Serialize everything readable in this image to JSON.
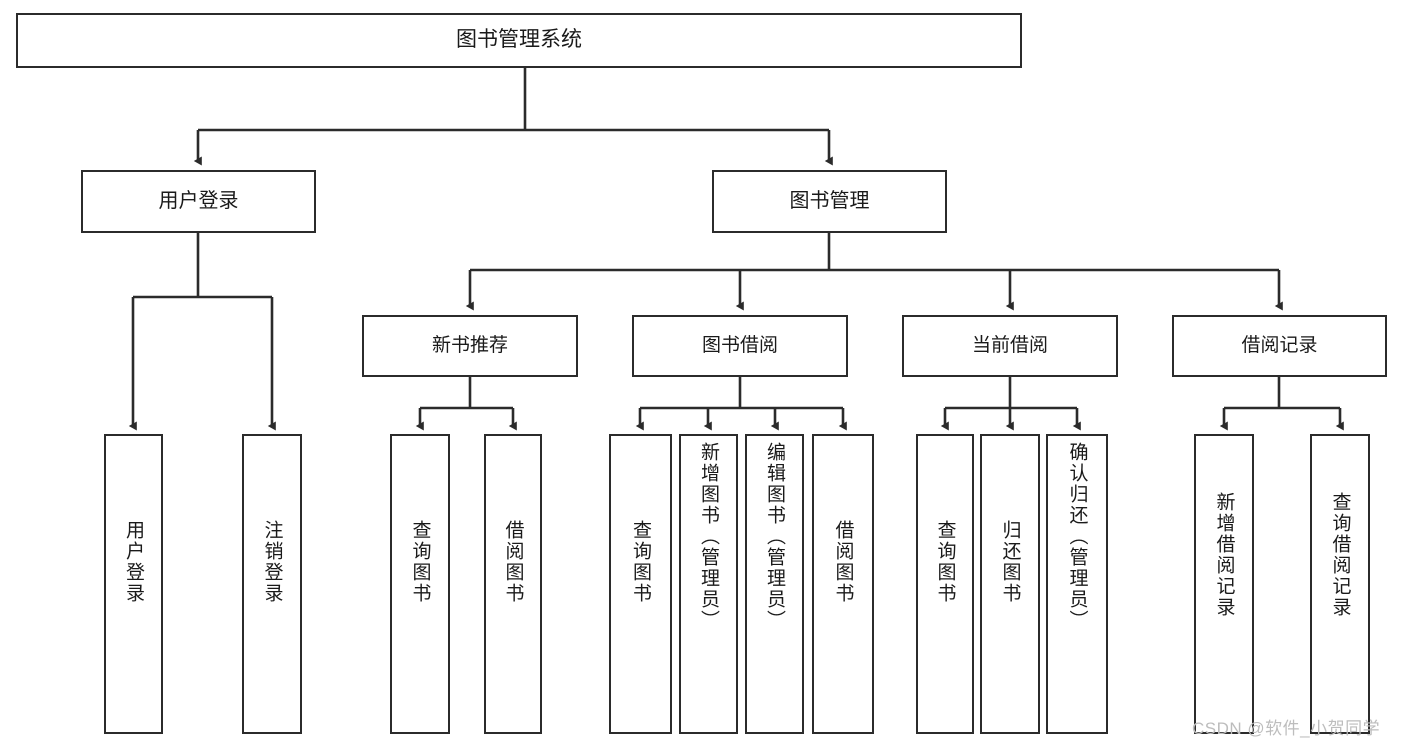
{
  "diagram": {
    "type": "tree-hierarchy",
    "title": "图书管理系统",
    "root": {
      "id": "root",
      "label": "图书管理系统"
    },
    "level1": [
      {
        "id": "user-login",
        "label": "用户登录"
      },
      {
        "id": "book-manage",
        "label": "图书管理"
      }
    ],
    "level2": [
      {
        "id": "new-book-recommend",
        "label": "新书推荐",
        "parent": "book-manage"
      },
      {
        "id": "book-borrow",
        "label": "图书借阅",
        "parent": "book-manage"
      },
      {
        "id": "current-borrow",
        "label": "当前借阅",
        "parent": "book-manage"
      },
      {
        "id": "borrow-record",
        "label": "借阅记录",
        "parent": "book-manage"
      }
    ],
    "leaves": [
      {
        "id": "leaf-user-login",
        "label": "用户登录",
        "parent": "user-login"
      },
      {
        "id": "leaf-user-logout",
        "label": "注销登录",
        "parent": "user-login"
      },
      {
        "id": "leaf-query-book-1",
        "label": "查询图书",
        "parent": "new-book-recommend"
      },
      {
        "id": "leaf-borrow-book-1",
        "label": "借阅图书",
        "parent": "new-book-recommend"
      },
      {
        "id": "leaf-query-book-2",
        "label": "查询图书",
        "parent": "book-borrow"
      },
      {
        "id": "leaf-add-book",
        "label": "新增图书（管理员）",
        "parent": "book-borrow"
      },
      {
        "id": "leaf-edit-book",
        "label": "编辑图书（管理员）",
        "parent": "book-borrow"
      },
      {
        "id": "leaf-borrow-book-2",
        "label": "借阅图书",
        "parent": "book-borrow"
      },
      {
        "id": "leaf-query-book-3",
        "label": "查询图书",
        "parent": "current-borrow"
      },
      {
        "id": "leaf-return-book",
        "label": "归还图书",
        "parent": "current-borrow"
      },
      {
        "id": "leaf-confirm-return",
        "label": "确认归还（管理员）",
        "parent": "current-borrow"
      },
      {
        "id": "leaf-add-record",
        "label": "新增借阅记录",
        "parent": "borrow-record"
      },
      {
        "id": "leaf-query-record",
        "label": "查询借阅记录",
        "parent": "borrow-record"
      }
    ],
    "colors": {
      "stroke": "#2b2b2b",
      "fill": "#ffffff",
      "text": "#1a1a1a",
      "watermark": "#bdbdbd"
    }
  },
  "watermark": {
    "text": "CSDN @软件_小贺同学"
  }
}
